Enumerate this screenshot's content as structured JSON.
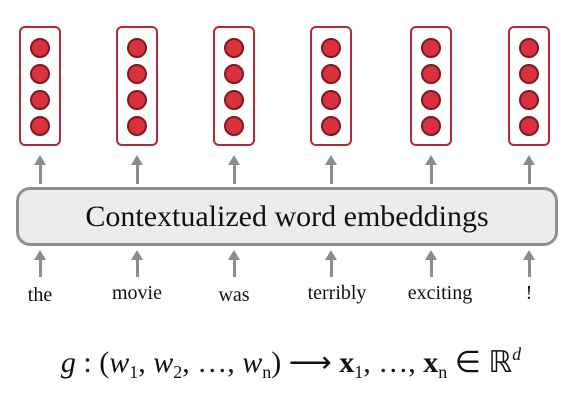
{
  "box_label": "Contextualized word embeddings",
  "tokens": [
    "the",
    "movie",
    "was",
    "terribly",
    "exciting",
    "!"
  ],
  "vector_dot_count": 4,
  "colors": {
    "vector_border": "#b02a3a",
    "dot_fill": "#d9313f",
    "arrow": "#8c8c8c",
    "box_fill": "#ececec",
    "box_border": "#8f8f8f"
  },
  "formula": {
    "func": "g",
    "colon": " : ",
    "input_open": "(",
    "w": "w",
    "sub_1": "1",
    "sub_2": "2",
    "sub_n": "n",
    "ellipsis": "…",
    "input_close": ")",
    "arrow": " ⟶ ",
    "x": "x",
    "in": " ∈ ",
    "reals": "ℝ",
    "dim": "d"
  }
}
